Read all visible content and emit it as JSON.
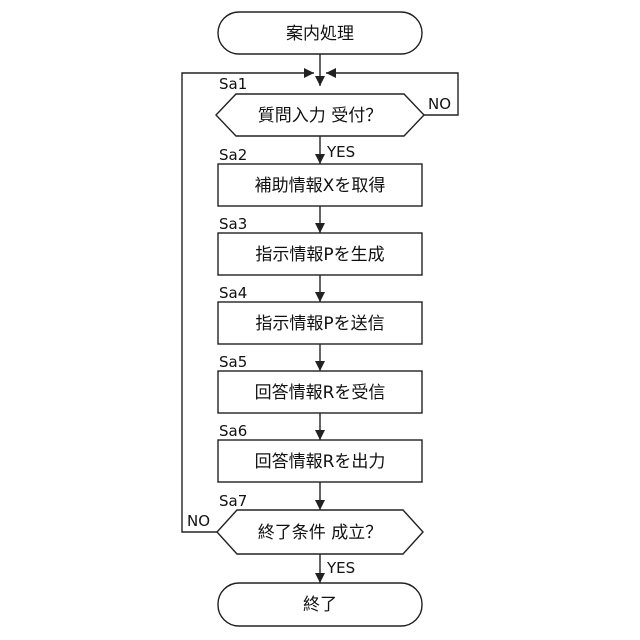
{
  "flowchart": {
    "start": {
      "text": "案内処理"
    },
    "end": {
      "text": "終了"
    },
    "steps": {
      "sa1": {
        "label": "Sa1",
        "text": "質問入力 受付？",
        "no_label": "NO",
        "yes_label": "YES"
      },
      "sa2": {
        "label": "Sa2",
        "text": "補助情報Xを取得"
      },
      "sa3": {
        "label": "Sa3",
        "text": "指示情報Pを生成"
      },
      "sa4": {
        "label": "Sa4",
        "text": "指示情報Pを送信"
      },
      "sa5": {
        "label": "Sa5",
        "text": "回答情報Rを受信"
      },
      "sa6": {
        "label": "Sa6",
        "text": "回答情報Rを出力"
      },
      "sa7": {
        "label": "Sa7",
        "text": "終了条件 成立？",
        "no_label": "NO",
        "yes_label": "YES"
      }
    }
  }
}
